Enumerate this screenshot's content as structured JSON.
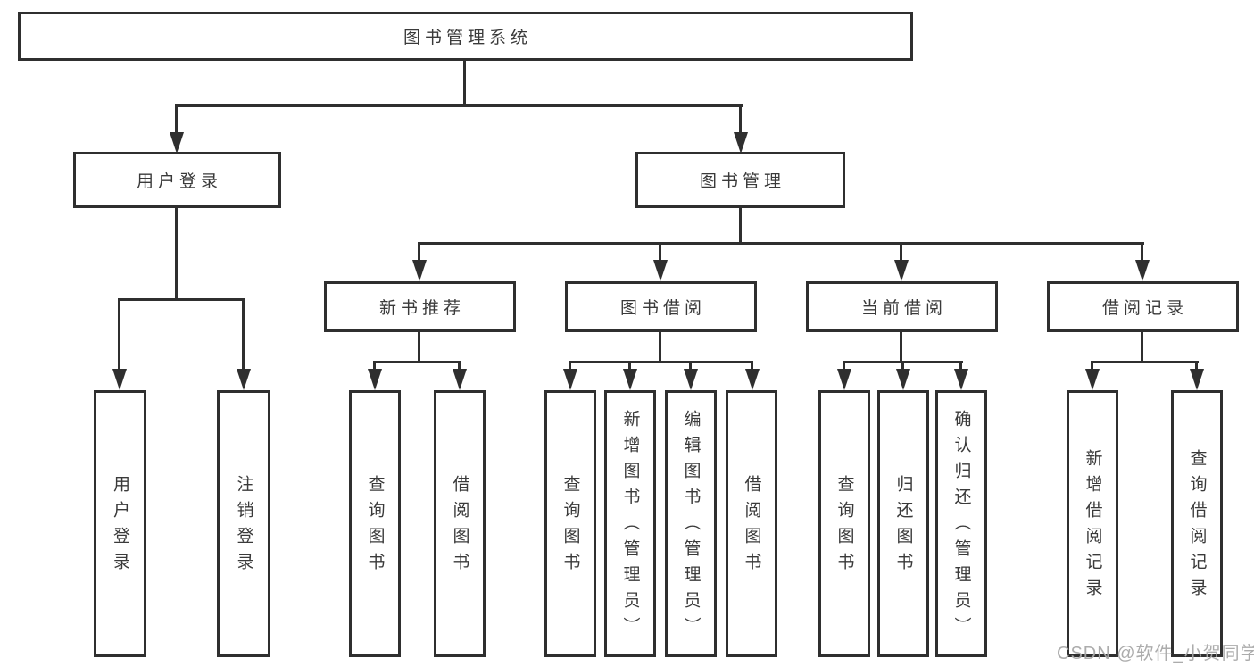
{
  "colors": {
    "background": "#ffffff",
    "line": "#2f2f2f",
    "box_border": "#2f2f2f",
    "text": "#3a3a3a",
    "watermark": "#a8a8a8"
  },
  "tree": {
    "label": "图书管理系统",
    "children": [
      {
        "label": "用户登录",
        "children": [
          {
            "label": "用户登录"
          },
          {
            "label": "注销登录"
          }
        ]
      },
      {
        "label": "图书管理",
        "children": [
          {
            "label": "新书推荐",
            "children": [
              {
                "label": "查询图书"
              },
              {
                "label": "借阅图书"
              }
            ]
          },
          {
            "label": "图书借阅",
            "children": [
              {
                "label": "查询图书"
              },
              {
                "label": "新增图书（管理员）"
              },
              {
                "label": "编辑图书（管理员）"
              },
              {
                "label": "借阅图书"
              }
            ]
          },
          {
            "label": "当前借阅",
            "children": [
              {
                "label": "查询图书"
              },
              {
                "label": "归还图书"
              },
              {
                "label": "确认归还（管理员）"
              }
            ]
          },
          {
            "label": "借阅记录",
            "children": [
              {
                "label": "新增借阅记录"
              },
              {
                "label": "查询借阅记录"
              }
            ]
          }
        ]
      }
    ]
  },
  "watermark": {
    "text": "CSDN @软件_小贺同学"
  }
}
